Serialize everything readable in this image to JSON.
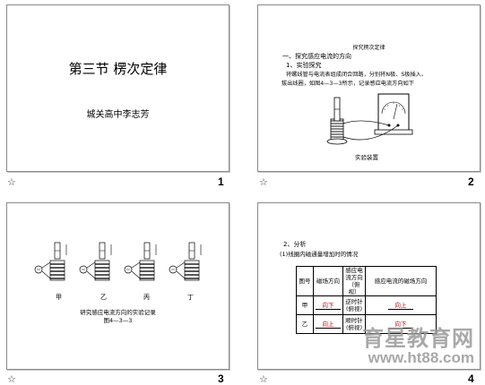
{
  "slides": [
    {
      "number": "1",
      "title": "第三节  楞次定律",
      "subtitle": "城关高中李志芳"
    },
    {
      "number": "2",
      "header": "探究楞次定律",
      "line1": "一、探究感应电流的方向",
      "line2": "1、实验探究",
      "line3": "将螺线管与电流表组成闭合回路，分别将N极、S极插入、",
      "line4": "拔出线圈，如图4—3—3所示，记录感应电流方向如下",
      "caption": "实验装置"
    },
    {
      "number": "3",
      "labels": [
        "甲",
        "乙",
        "丙",
        "丁"
      ],
      "caption1": "研究感应电流方向的实验记录",
      "caption2": "图4—3—3"
    },
    {
      "number": "4",
      "line1": "2、分析",
      "line2": "(1)线圈内磁通量增加时的情况",
      "headers": [
        "图号",
        "磁场方向",
        "感应电流方向（俯视）",
        "感应电流的磁场方向"
      ],
      "rows": [
        {
          "id": "甲",
          "field": "向下",
          "current_a": "逆时针",
          "current_b": "(俯视)",
          "induced": "向上"
        },
        {
          "id": "乙",
          "field": "向上",
          "current_a": "顺时针",
          "current_b": "(俯视)",
          "induced": "向下"
        }
      ]
    }
  ],
  "star": "☆",
  "watermark": {
    "line1": "育星教育网",
    "line2": "www.ht88.com"
  },
  "colors": {
    "border": "#8a8a8a",
    "red": "#cc0000",
    "watermark_gray": "#9a9a9a",
    "watermark_red": "#d23b2b"
  }
}
